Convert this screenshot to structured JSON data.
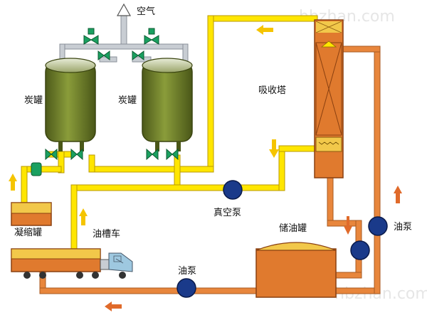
{
  "labels": {
    "air": "空气",
    "carbon_tank_left": "炭罐",
    "carbon_tank_right": "炭罐",
    "absorption_tower": "吸收塔",
    "vacuum_pump": "真空泵",
    "condensing_tank": "凝缩罐",
    "oil_truck": "油槽车",
    "oil_storage_tank": "储油罐",
    "oil_pump_bottom": "油泵",
    "oil_pump_right": "油泵"
  },
  "watermark": {
    "bottom_right": "hbzhan.com",
    "top_right": "hbzhan.com"
  },
  "colors": {
    "gas_pipe": "#ffe600",
    "oil_pipe": "#e8863c",
    "carbon_tank": "#7a8a2e",
    "tower": "#e07a2e",
    "pump": "#1a3a8a",
    "valve": "#1aa060",
    "arrow_up": "#f5c400",
    "arrow_oil": "#e06a2a",
    "air_pipe": "#b8bec6"
  }
}
